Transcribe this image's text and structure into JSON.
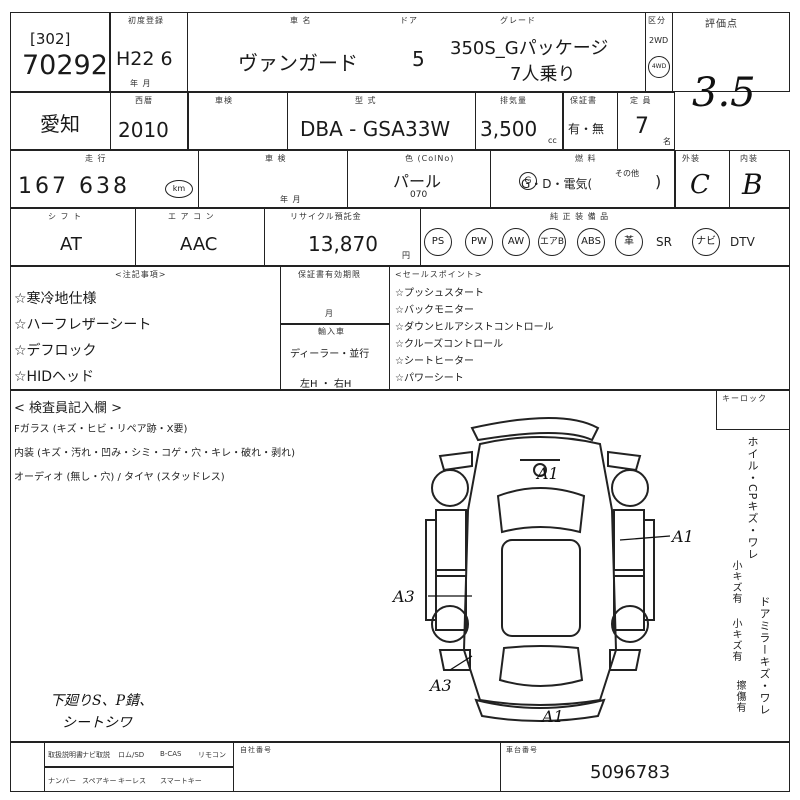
{
  "header": {
    "lot_prefix": "[302]",
    "lot_number": "70292",
    "first_reg_label": "初度登録",
    "first_reg_value": "H22 6",
    "first_reg_unit": "年 月",
    "model_label": "車 名",
    "model_value": "ヴァンガード",
    "doors_label": "ドア",
    "doors_value": "5",
    "grade_label": "グレード",
    "grade_line1": "350S_Gパッケージ",
    "grade_line2": "7人乗り",
    "drive_label": "区分",
    "drive_value": "2WD",
    "score_label": "評価点",
    "score_value": "3.5"
  },
  "row2": {
    "region": "愛知",
    "year_label": "西暦",
    "year_value": "2010",
    "import_label": "車検",
    "type_label": "型 式",
    "type_value": "DBA - GSA33W",
    "cc_label": "排気量",
    "cc_value": "3,500",
    "cc_unit": "cc",
    "inspect_label": "保証書",
    "inspect_value": "有・無",
    "capacity_label": "定 員",
    "capacity_value": "7",
    "capacity_unit": "名"
  },
  "row3": {
    "mileage_label": "走 行",
    "mileage_value": "167 638",
    "mileage_unit": "km",
    "shaken_label": "車 検",
    "shaken_unit": "年 月",
    "color_label": "色 (ColNo)",
    "color_value": "パール",
    "color_code": "070",
    "fuel_label": "燃 料",
    "fuel_value": "G・D・電気(",
    "fuel_other": "その他",
    "fuel_close": ")",
    "exterior_label": "外装",
    "exterior_value": "C",
    "interior_label": "内装",
    "interior_value": "B"
  },
  "row4": {
    "shift_label": "シ フ ト",
    "shift_value": "AT",
    "ac_label": "エ ア コ ン",
    "ac_value": "AAC",
    "recycle_label": "リサイクル預託金",
    "recycle_value": "13,870",
    "recycle_unit": "円",
    "equip_label": "純 正 装 備 品",
    "equipment": [
      "PS",
      "PW",
      "AW",
      "エアB",
      "ABS",
      "革",
      "SR",
      "ナビ",
      "DTV"
    ]
  },
  "notes": {
    "label": "<注記事項>",
    "items": [
      "☆寒冷地仕様",
      "☆ハーフレザーシート",
      "☆デフロック",
      "☆HIDヘッド"
    ],
    "warranty_label": "保証書有効期限",
    "warranty_unit": "月",
    "import_label": "輸入車",
    "import_value": "ディーラー・並行",
    "import_side": "左H ・ 右H",
    "selling_label": "<セールスポイント>",
    "selling_points": [
      "☆プッシュスタート",
      "☆バックモニター",
      "☆ダウンヒルアシストコントロール",
      "☆クルーズコントロール",
      "☆シートヒーター",
      "☆パワーシート"
    ]
  },
  "inspection": {
    "label": "< 検査員記入欄 >",
    "line1": "Fガラス (キズ・ヒビ・リペア跡・X要)",
    "line2": "内装 (キズ・汚れ・凹み・シミ・コゲ・穴・キレ・破れ・剥れ)",
    "line3": "オーディオ (無し・穴) / タイヤ (スタッドレス)",
    "handwritten1": "下廻りS、P錆、",
    "handwritten2": "シートシワ",
    "marks": [
      "A1",
      "A1",
      "A3",
      "A3",
      "A1"
    ],
    "keyless_label": "キーロック",
    "right_vertical1": "ホイル・CPキズ・ワレ",
    "right_vertical2": "ドアミラーキズ・ワレ",
    "right_small1": "小キズ有",
    "right_small2": "小キズ有",
    "right_small3": "擦傷有"
  },
  "footer": {
    "labels_row1": [
      "取扱説明書",
      "ナビ取説",
      "ロム/SD",
      "B-CAS",
      "リモコン"
    ],
    "labels_row2": [
      "ナンバー",
      "スペアキー",
      "キーレス",
      "スマートキー"
    ],
    "chassis_label": "自社番号",
    "serial_label": "車台番号",
    "serial_value": "5096783"
  }
}
